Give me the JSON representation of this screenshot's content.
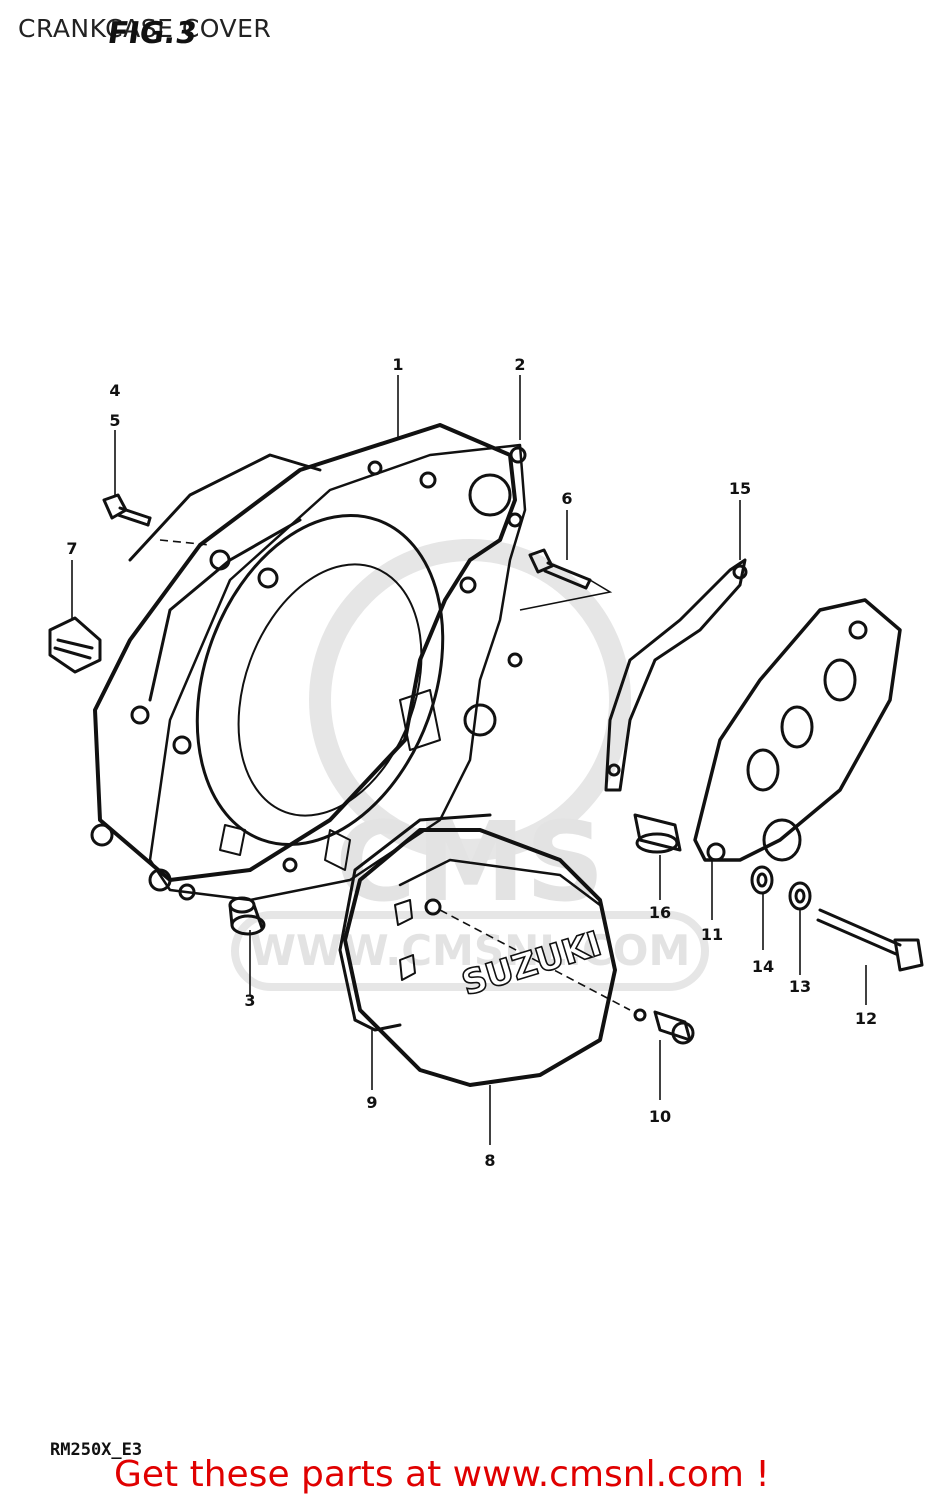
{
  "header": {
    "caption": "CRANKCASE COVER",
    "fig_label": "FIG.3"
  },
  "watermark": {
    "logo_text": "CMS",
    "site_text": "WWW.CMSNL.COM"
  },
  "model_code": "RM250X_E3",
  "cover_brand": "SUZUKI",
  "footer": {
    "text": "Get these parts at www.cmsnl.com !",
    "color": "#e00000"
  },
  "callouts": {
    "c1": "1",
    "c2": "2",
    "c3": "3",
    "c4": "4",
    "c5": "5",
    "c6": "6",
    "c7": "7",
    "c8": "8",
    "c9": "9",
    "c10": "10",
    "c11": "11",
    "c12": "12",
    "c13": "13",
    "c14": "14",
    "c15": "15",
    "c16": "16"
  }
}
